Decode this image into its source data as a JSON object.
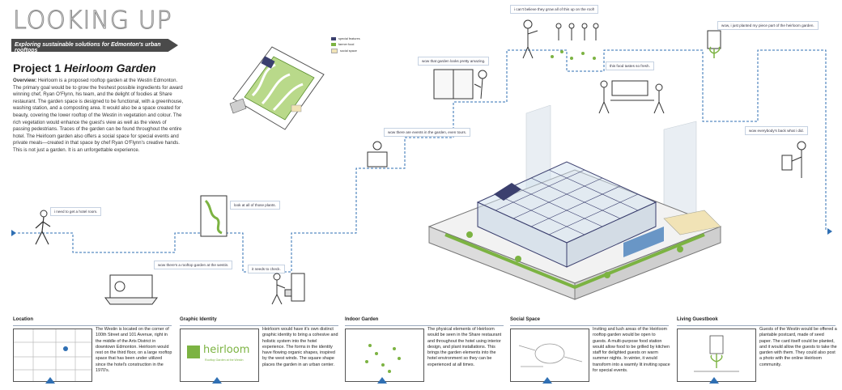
{
  "header": {
    "title": "LOOKING UP",
    "subtitle": "Exploring sustainable solutions for Edmonton's urban rooftops"
  },
  "project": {
    "label": "Project 1",
    "name": "Heirloom Garden",
    "overview_label": "Overview:",
    "overview_text": "Heirloom is a proposed rooftop garden at the Westin Edmonton. The primary goal would be to grow the freshest possible ingredients for award winning chef, Ryan O'Flynn, his team, and the delight of foodies at Share restaurant. The garden space is designed to be functional, with a greenhouse, washing station, and a composting area. It would also be a space created for beauty, covering the lower rooftop of the Westin in vegetation and colour. The rich vegetation would enhance the guest's view as well as the views of passing pedestrians. Traces of the garden can be found throughout the entire hotel. The Heirloom garden also offers a social space for special events and private meals—created in that space by chef Ryan O'Flynn's creative hands. This is not just a garden. It is an unforgettable experience."
  },
  "legend": [
    {
      "label": "special features",
      "color": "#3b3f6e"
    },
    {
      "label": "farmer food",
      "color": "#7cb342"
    },
    {
      "label": "social space",
      "color": "#f1e3b6"
    }
  ],
  "journey": [
    "i need to get a hotel room.",
    "wow there's a rooftop garden at the westin.",
    "look at all of those plants.",
    "it needs to check.",
    "wow there are events in the garden, even tours.",
    "wow that garden looks pretty amazing.",
    "i can't believe they grow all of this up on the roof!",
    "this food tastes so fresh.",
    "wow, i just planted my piece part of the heirloom garden.",
    "wow everybody's back what i did."
  ],
  "sections": [
    {
      "title": "Location",
      "text": "The Westin is located on the corner of 100th Street and 101 Avenue, right in the middle of the Arts District in downtown Edmonton. Heirloom would rest on the third floor, on a large rooftop space that has been under utilized since the hotel's construction in the 1970's."
    },
    {
      "title": "Graphic Identity",
      "text": "Heirloom would have it's own distinct graphic identity to bring a cohesive and holistic system into the hotel experience. The forms in the identity have flowing organic shapes, inspired by the west winds. The square shape places the garden in an urban center.",
      "logo_word": "heirloom",
      "logo_tagline": "Rooftop Garden at the Westin"
    },
    {
      "title": "Indoor Garden",
      "text": "The physical elements of Heirloom would be seen in the Share restaurant and throughout the hotel using interior design, and plant installations. This brings the garden elements into the hotel environment so they can be experienced at all times."
    },
    {
      "title": "Social Space",
      "text": "Inviting and lush areas of the Heirloom rooftop garden would be open to guests. A multi-purpose food station would allow food to be grilled by kitchen staff for delighted guests on warm summer nights. In winter, it would transform into a warmly lit inviting space for special events."
    },
    {
      "title": "Living Guestbook",
      "text": "Guests of the Westin would be offered a plantable postcard, made of seed paper. The card itself could be planted, and it would allow the guests to take the garden with them. They could also post a photo with the online Heirloom community."
    }
  ],
  "colors": {
    "accent_blue": "#2f6fb3",
    "garden_green": "#7cb342",
    "banner_dark": "#4a4a4a"
  }
}
